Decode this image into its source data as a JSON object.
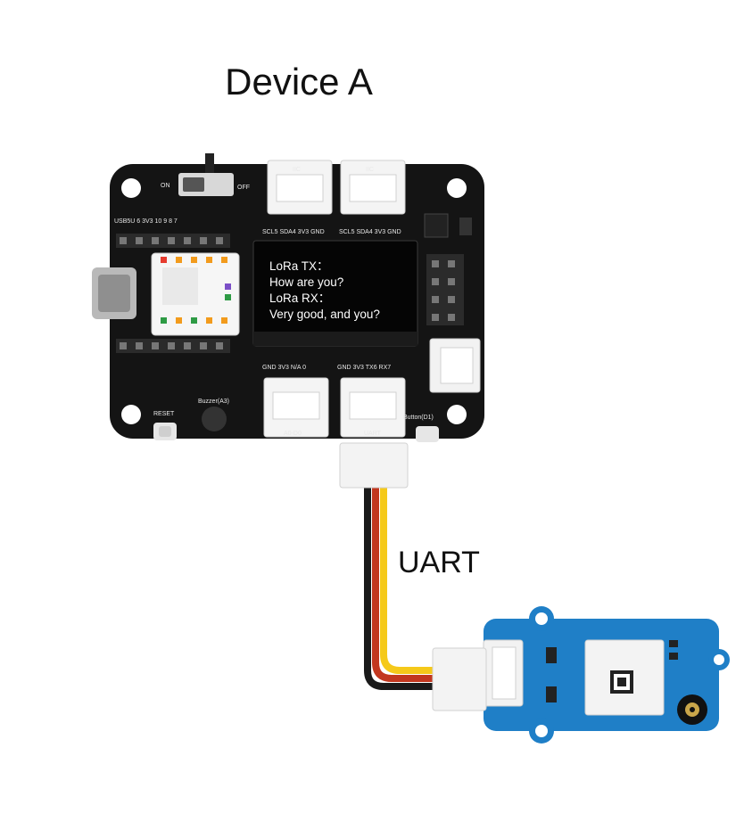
{
  "diagram": {
    "title": "Device A",
    "link_label": "UART",
    "oled_lines": [
      "LoRa TX：",
      "How are you?",
      "LoRa RX：",
      "Very good, and you?"
    ],
    "silkscreen": {
      "top_pins": [
        "USB5U",
        "6",
        "3V3",
        "10",
        "9",
        "8",
        "7"
      ],
      "switch_on": "ON",
      "switch_off": "OFF",
      "grove_top_left": "SCL5 SDA4 3V3 GND",
      "grove_top_right": "SCL5 SDA4 3V3 GND",
      "grove_bottom_left": "GND 3V3 N/A 0",
      "grove_bottom_right": "GND 3V3 TX6 RX7",
      "reset": "RESET",
      "buzzer": "Buzzer(A3)",
      "button": "Button(D1)",
      "uart": "UART",
      "a0": "A0-D0",
      "iic_1": "IIC",
      "iic_2": "IIC"
    },
    "colors": {
      "board": "#141414",
      "module_pcb": "#1f7fc7",
      "wire_black": "#1a1a1a",
      "wire_red": "#c2371f",
      "wire_yellow": "#f5c91a"
    }
  }
}
